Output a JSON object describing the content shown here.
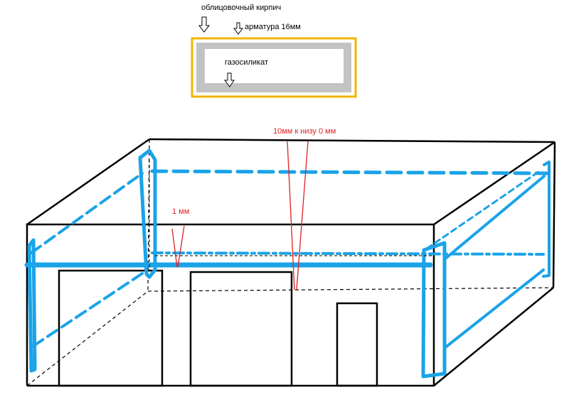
{
  "labels": {
    "facing_brick": "облицовочный кирпич",
    "rebar": "арматура 16мм",
    "aerated_concrete": "газосиликат",
    "gap_top": "10мм к низу 0 мм",
    "gap_side": "1 мм"
  },
  "colors": {
    "brick_outline": "#f0b400",
    "block_fill": "#c3c3c3",
    "rebar": "#1aa3e8",
    "annotation": "#e02020",
    "outline": "#000000"
  }
}
